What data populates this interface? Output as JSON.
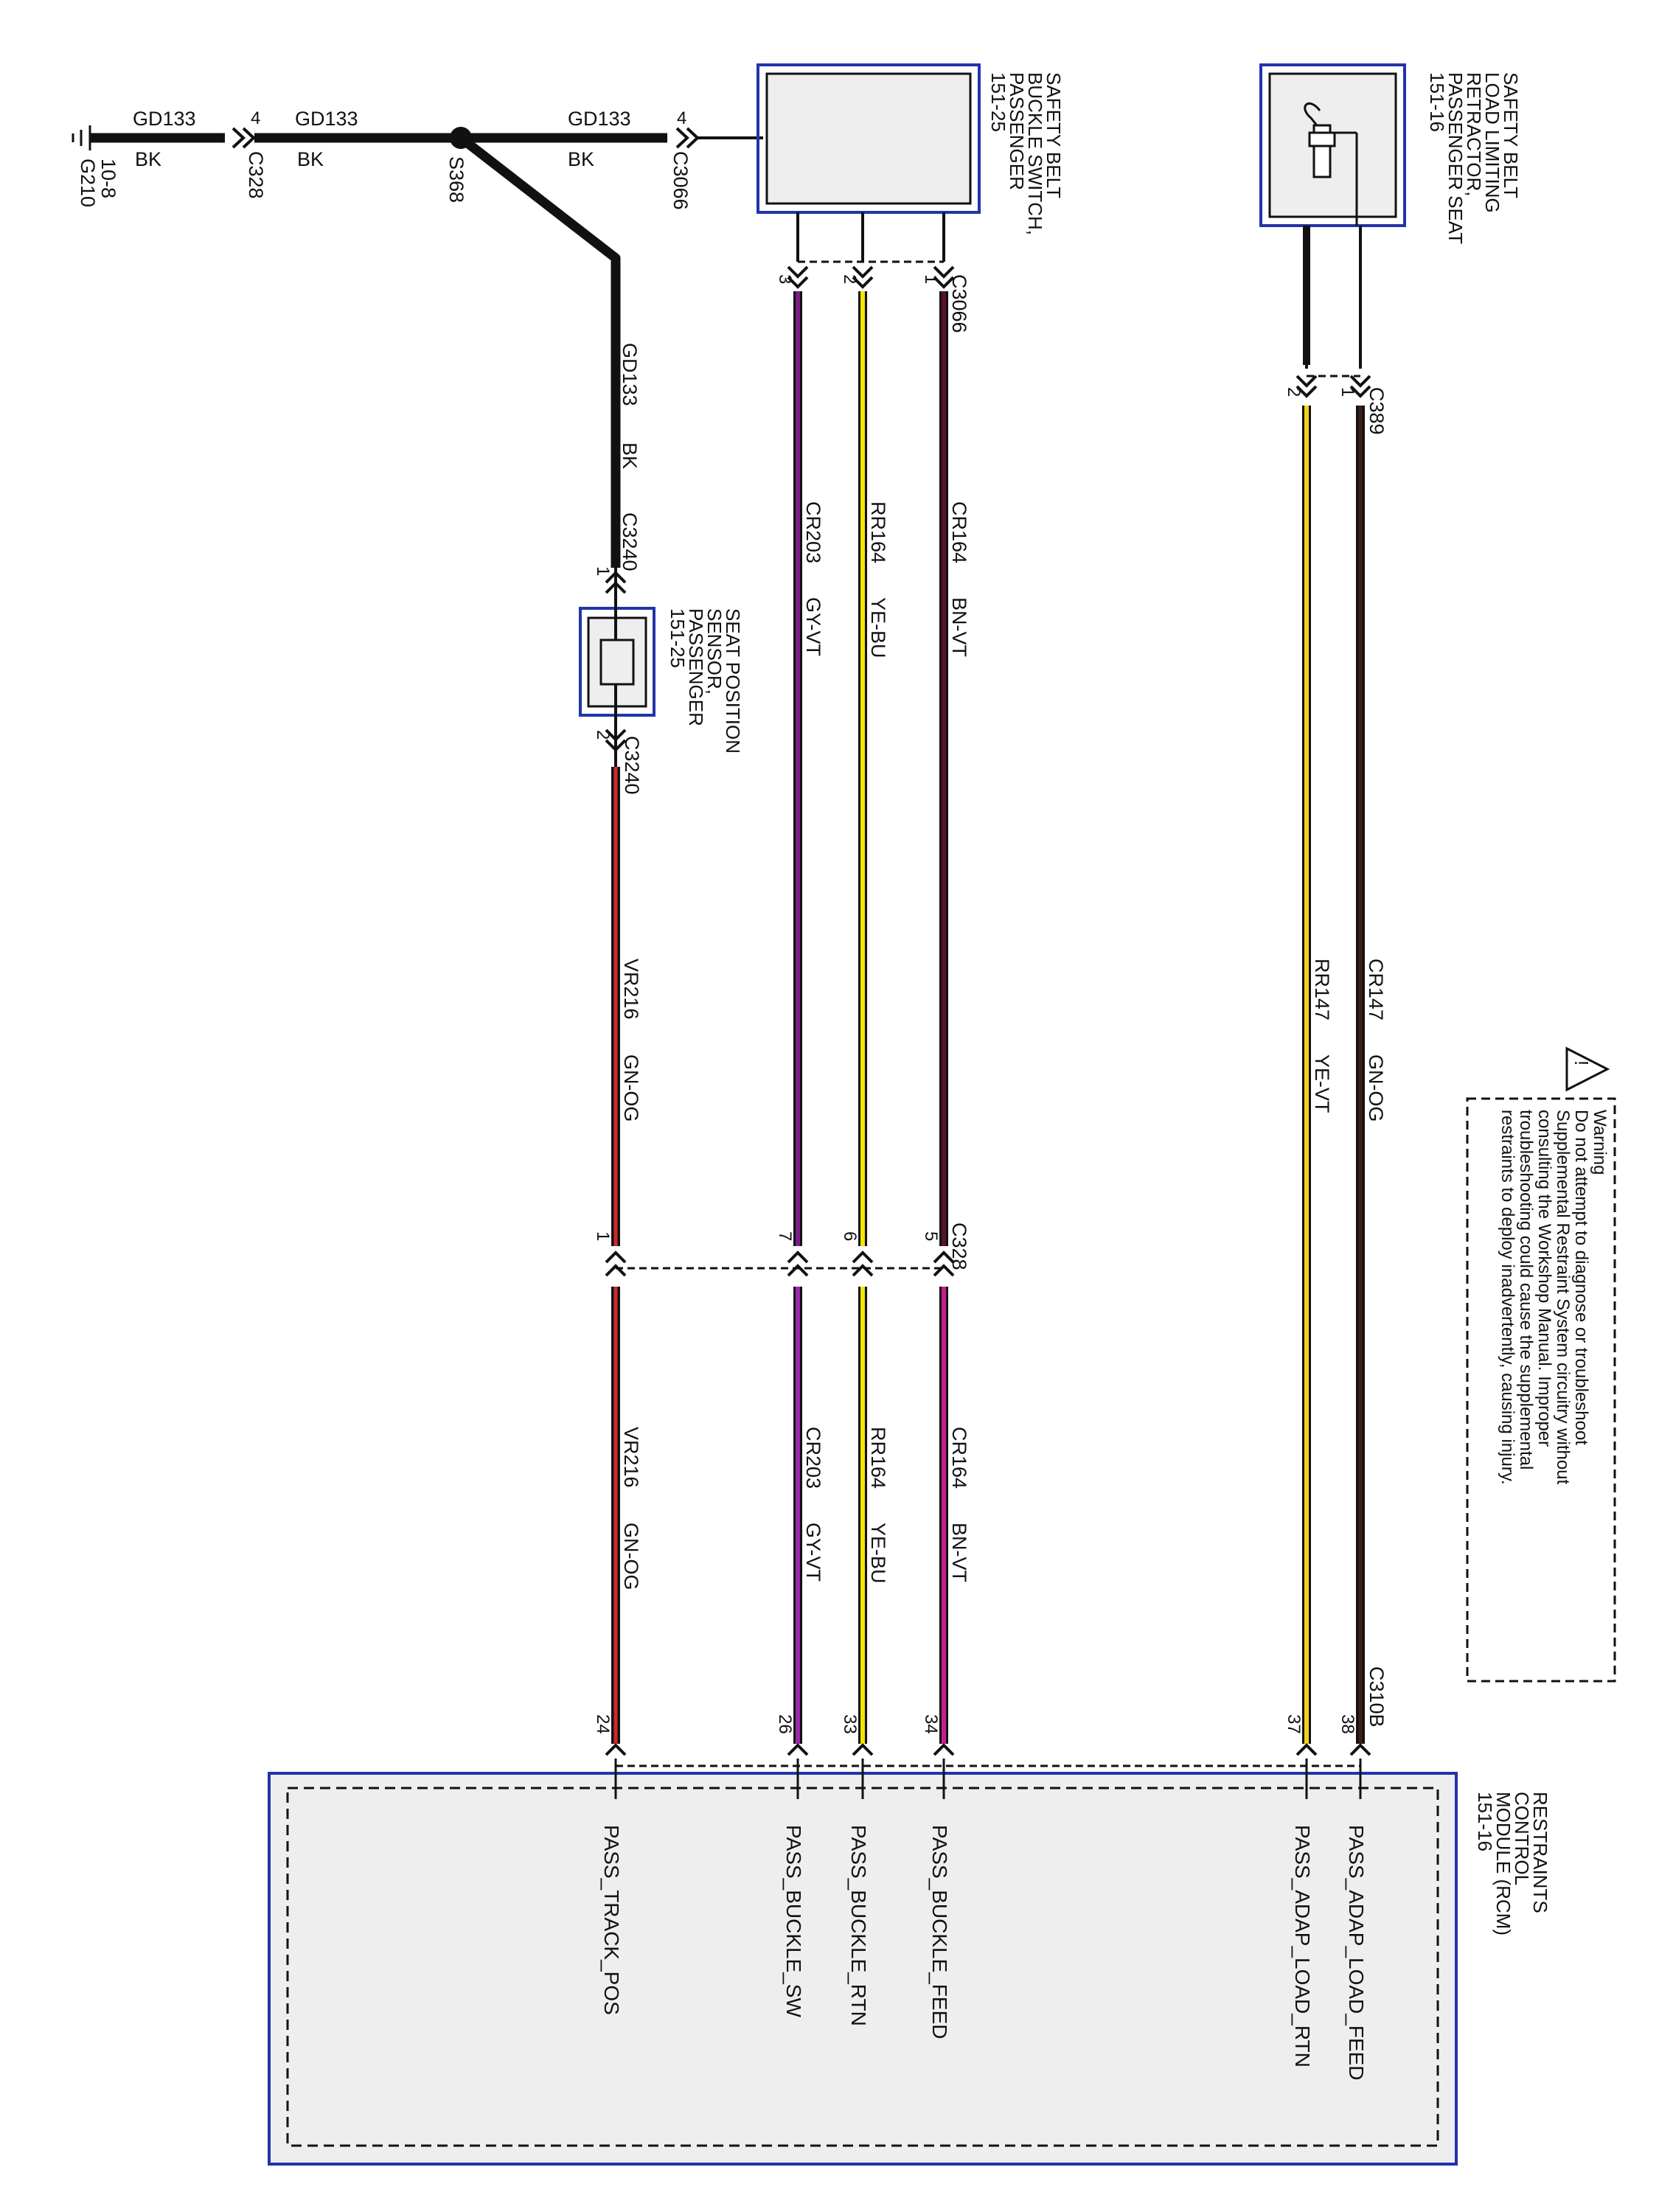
{
  "colors": {
    "black": "#111111",
    "brown_violet": "#5b1424",
    "yellow_blue": "#f2e600",
    "gray_violet": "#5a2a5e",
    "green_orange": "#3d2017",
    "yellow_violet": "#f2d21a",
    "green_orange_bright": "#cf2a2a",
    "magenta": "#c81e8c",
    "purple": "#7a1e86",
    "module_blue": "#2233aa",
    "module_fill": "#eeeeee"
  },
  "ground": {
    "ref_name": "G210",
    "ref_page": "10-8"
  },
  "splice": {
    "name": "S368"
  },
  "ground_wire": {
    "circuit": "GD133",
    "color": "BK"
  },
  "connectors": {
    "c328": "C328",
    "c3066": "C3066",
    "c3240": "C3240",
    "c389": "C389",
    "c310b": "C310B"
  },
  "pins": {
    "c328_ground": "4",
    "c3066_ground": "4",
    "c3066_1": "1",
    "c3066_2": "2",
    "c3066_3": "3",
    "c389_1": "1",
    "c389_2": "2",
    "c3240_1": "1",
    "c3240_2": "2",
    "c328_1": "1",
    "c328_5": "5",
    "c328_6": "6",
    "c328_7": "7",
    "c310b_24": "24",
    "c310b_26": "26",
    "c310b_33": "33",
    "c310b_34": "34",
    "c310b_37": "37",
    "c310b_38": "38"
  },
  "components": {
    "buckle_switch": {
      "lines": [
        "SAFETY BELT",
        "BUCKLE SWITCH,",
        "PASSENGER",
        "151-25"
      ]
    },
    "retractor": {
      "lines": [
        "SAFETY BELT",
        "LOAD LIMITING",
        "RETRACTOR,",
        "PASSENGER SEAT",
        "151-16"
      ]
    },
    "seat_sensor": {
      "lines": [
        "SEAT POSITION",
        "SENSOR,",
        "PASSENGER",
        "151-25"
      ]
    },
    "rcm": {
      "lines": [
        "RESTRAINTS",
        "CONTROL",
        "MODULE (RCM)",
        "151-16"
      ]
    }
  },
  "wires": {
    "cr164": {
      "circuit": "CR164",
      "color": "BN-VT"
    },
    "rr164": {
      "circuit": "RR164",
      "color": "YE-BU"
    },
    "cr203": {
      "circuit": "CR203",
      "color": "GY-VT"
    },
    "vr216": {
      "circuit": "VR216",
      "color": "GN-OG"
    },
    "cr147": {
      "circuit": "CR147",
      "color": "GN-OG"
    },
    "rr147": {
      "circuit": "RR147",
      "color": "YE-VT"
    }
  },
  "signals": {
    "pass_adap_load_feed": "PASS_ADAP_LOAD_FEED",
    "pass_adap_load_rtn": "PASS_ADAP_LOAD_RTN",
    "pass_buckle_feed": "PASS_BUCKLE_FEED",
    "pass_buckle_rtn": "PASS_BUCKLE_RTN",
    "pass_buckle_sw": "PASS_BUCKLE_SW",
    "pass_track_pos": "PASS_TRACK_POS"
  },
  "warning": {
    "lines": [
      "Warning",
      "Do not attempt to diagnose or troubleshoot",
      "Supplemental Restraint System circuitry without",
      "consulting the Workshop Manual. Improper",
      "troubleshooting could cause the supplemental",
      "restraints to deploy inadvertently, causing injury."
    ],
    "icon": "warning-triangle-icon"
  }
}
